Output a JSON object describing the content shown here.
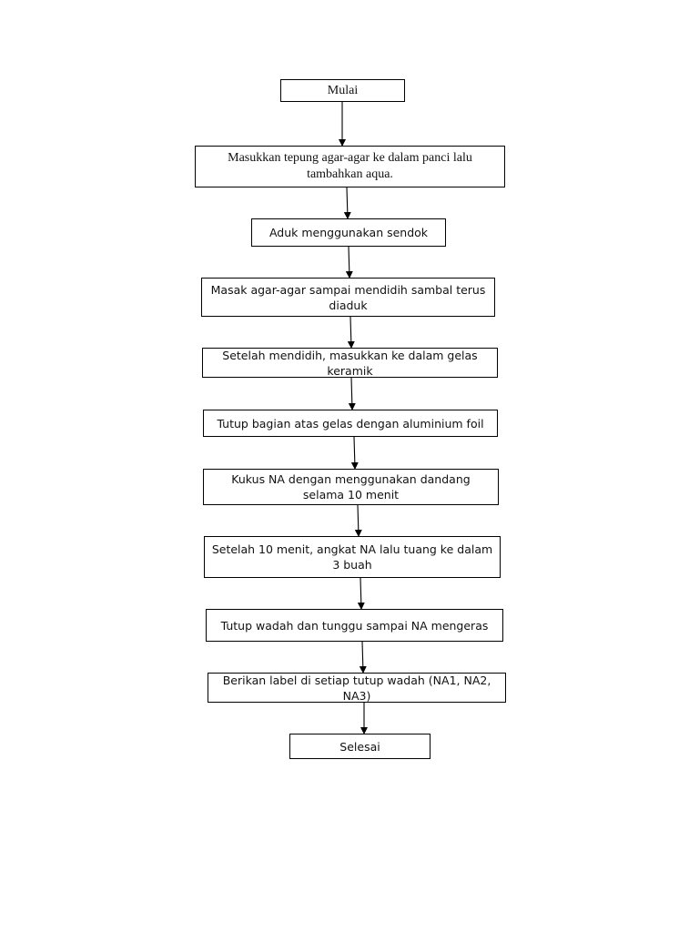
{
  "flowchart": {
    "steps": [
      {
        "id": "start",
        "label": "Mulai"
      },
      {
        "id": "step-1",
        "label": "Masukkan tepung agar-agar ke dalam panci lalu tambahkan aqua."
      },
      {
        "id": "step-2",
        "label": "Aduk menggunakan sendok"
      },
      {
        "id": "step-3",
        "label": "Masak agar-agar sampai mendidih sambal terus diaduk"
      },
      {
        "id": "step-4",
        "label": "Setelah mendidih, masukkan ke dalam gelas keramik"
      },
      {
        "id": "step-5",
        "label": "Tutup bagian atas gelas dengan aluminium foil"
      },
      {
        "id": "step-6",
        "label": "Kukus NA dengan menggunakan dandang selama 10 menit"
      },
      {
        "id": "step-7",
        "label": "Setelah 10 menit, angkat NA lalu tuang ke dalam 3 buah"
      },
      {
        "id": "step-8",
        "label": "Tutup wadah dan tunggu sampai NA mengeras"
      },
      {
        "id": "step-9",
        "label": "Berikan label di setiap tutup wadah (NA1, NA2, NA3)"
      },
      {
        "id": "end",
        "label": "Selesai"
      }
    ],
    "connections": [
      [
        "start",
        "step-1"
      ],
      [
        "step-1",
        "step-2"
      ],
      [
        "step-2",
        "step-3"
      ],
      [
        "step-3",
        "step-4"
      ],
      [
        "step-4",
        "step-5"
      ],
      [
        "step-5",
        "step-6"
      ],
      [
        "step-6",
        "step-7"
      ],
      [
        "step-7",
        "step-8"
      ],
      [
        "step-8",
        "step-9"
      ],
      [
        "step-9",
        "end"
      ]
    ]
  }
}
